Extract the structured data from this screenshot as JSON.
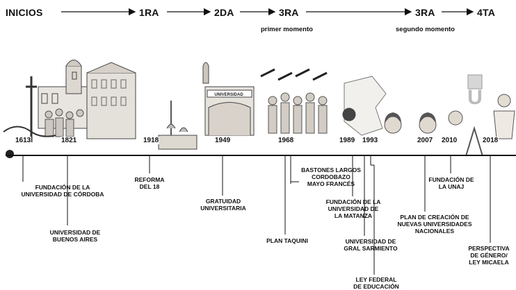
{
  "eras": [
    {
      "id": "inicios",
      "label": "INICIOS"
    },
    {
      "id": "1ra",
      "label": "1RA"
    },
    {
      "id": "2da",
      "label": "2DA"
    },
    {
      "id": "3ra-a",
      "label": "3RA",
      "sub": "primer momento"
    },
    {
      "id": "3ra-b",
      "label": "3RA",
      "sub": "segundo momento"
    },
    {
      "id": "4ta",
      "label": "4TA"
    }
  ],
  "years": [
    "1613",
    "1821",
    "1918",
    "1949",
    "1968",
    "1989",
    "1993",
    "2007",
    "2010",
    "2018"
  ],
  "events": [
    {
      "id": "cordoba",
      "text": "FUNDACIÓN DE LA\nUNIVERSIDAD DE CÓRDOBA"
    },
    {
      "id": "buenos-aires",
      "text": "UNIVERSIDAD DE\nBUENOS AIRES"
    },
    {
      "id": "reforma",
      "text": "REFORMA\nDEL 18"
    },
    {
      "id": "gratuidad",
      "text": "GRATUIDAD\nUNIVERSITARIA"
    },
    {
      "id": "bastones",
      "text": "BASTONES LARGOS\nCORDOBAZO\nMAYO FRANCÉS"
    },
    {
      "id": "taquini",
      "text": "PLAN TAQUINI"
    },
    {
      "id": "matanza",
      "text": "FUNDACIÓN DE LA\nUNIVERSIDAD DE\nLA MATANZA"
    },
    {
      "id": "sarmiento",
      "text": "UNIVERSIDAD DE\nGRAL SARMIENTO"
    },
    {
      "id": "ley-federal",
      "text": "LEY FEDERAL\nDE EDUCACIÓN"
    },
    {
      "id": "plan-creacion",
      "text": "PLAN DE CREACIÓN DE\nNUEVAS UNIVERSIDADES\nNACIONALES"
    },
    {
      "id": "unaj",
      "text": "FUNDACIÓN  DE\nLA UNAJ"
    },
    {
      "id": "genero",
      "text": "PERSPECTIVA\nDE GÉNERO/\nLEY MICAELA"
    }
  ],
  "illustration": {
    "building_sign": "UNIVERSIDAD"
  }
}
